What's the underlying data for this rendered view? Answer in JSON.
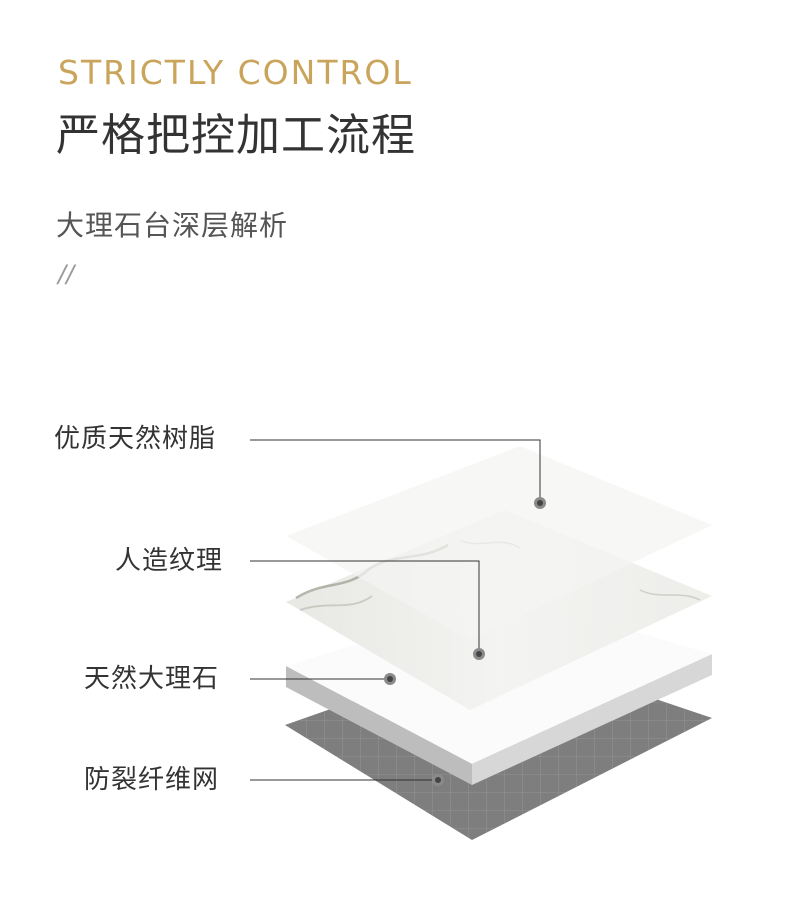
{
  "header": {
    "eyebrow": "STRICTLY CONTROL",
    "title": "严格把控加工流程",
    "subtitle": "大理石台深层解析",
    "mark": "//"
  },
  "layers": [
    {
      "label": "优质天然树脂"
    },
    {
      "label": "人造纹理"
    },
    {
      "label": "天然大理石"
    },
    {
      "label": "防裂纤维网"
    }
  ],
  "colors": {
    "accent": "#c9a45a",
    "text": "#333333",
    "mesh": "#7c7c7c",
    "leader": "#333333"
  }
}
